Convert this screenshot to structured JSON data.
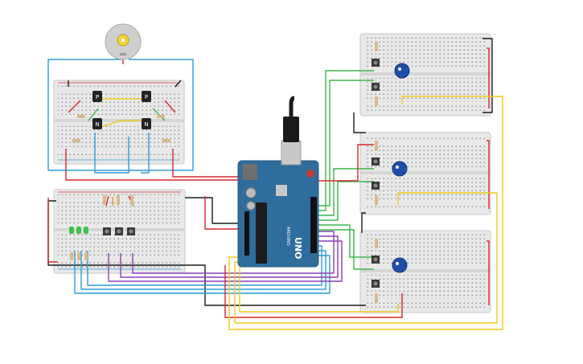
{
  "canvas": {
    "background": "#ffffff"
  },
  "colors": {
    "wire_red": "#d7262c",
    "wire_black": "#1a1a1a",
    "wire_blue": "#2f9bd8",
    "wire_green": "#3bb54a",
    "wire_yellow": "#f2c81d",
    "wire_purple": "#8a3fb0",
    "wire_orange": "#f08a24",
    "board_body": "#2f6d9c",
    "breadboard": "#e9e9e9",
    "led_green": "#3cc34a",
    "pot_knob": "#1f4ea8"
  },
  "components": {
    "arduino": {
      "model_label": "UNO",
      "brand_label": "ARDUINO"
    },
    "motor": {
      "icon": "dc-motor-icon"
    },
    "transistors": [
      {
        "label": "P"
      },
      {
        "label": "P"
      },
      {
        "label": "N"
      },
      {
        "label": "N"
      }
    ],
    "leds": {
      "count": 3,
      "color": "green"
    },
    "buttons_panel": {
      "count": 3
    },
    "potentiometers": {
      "count": 3
    }
  }
}
